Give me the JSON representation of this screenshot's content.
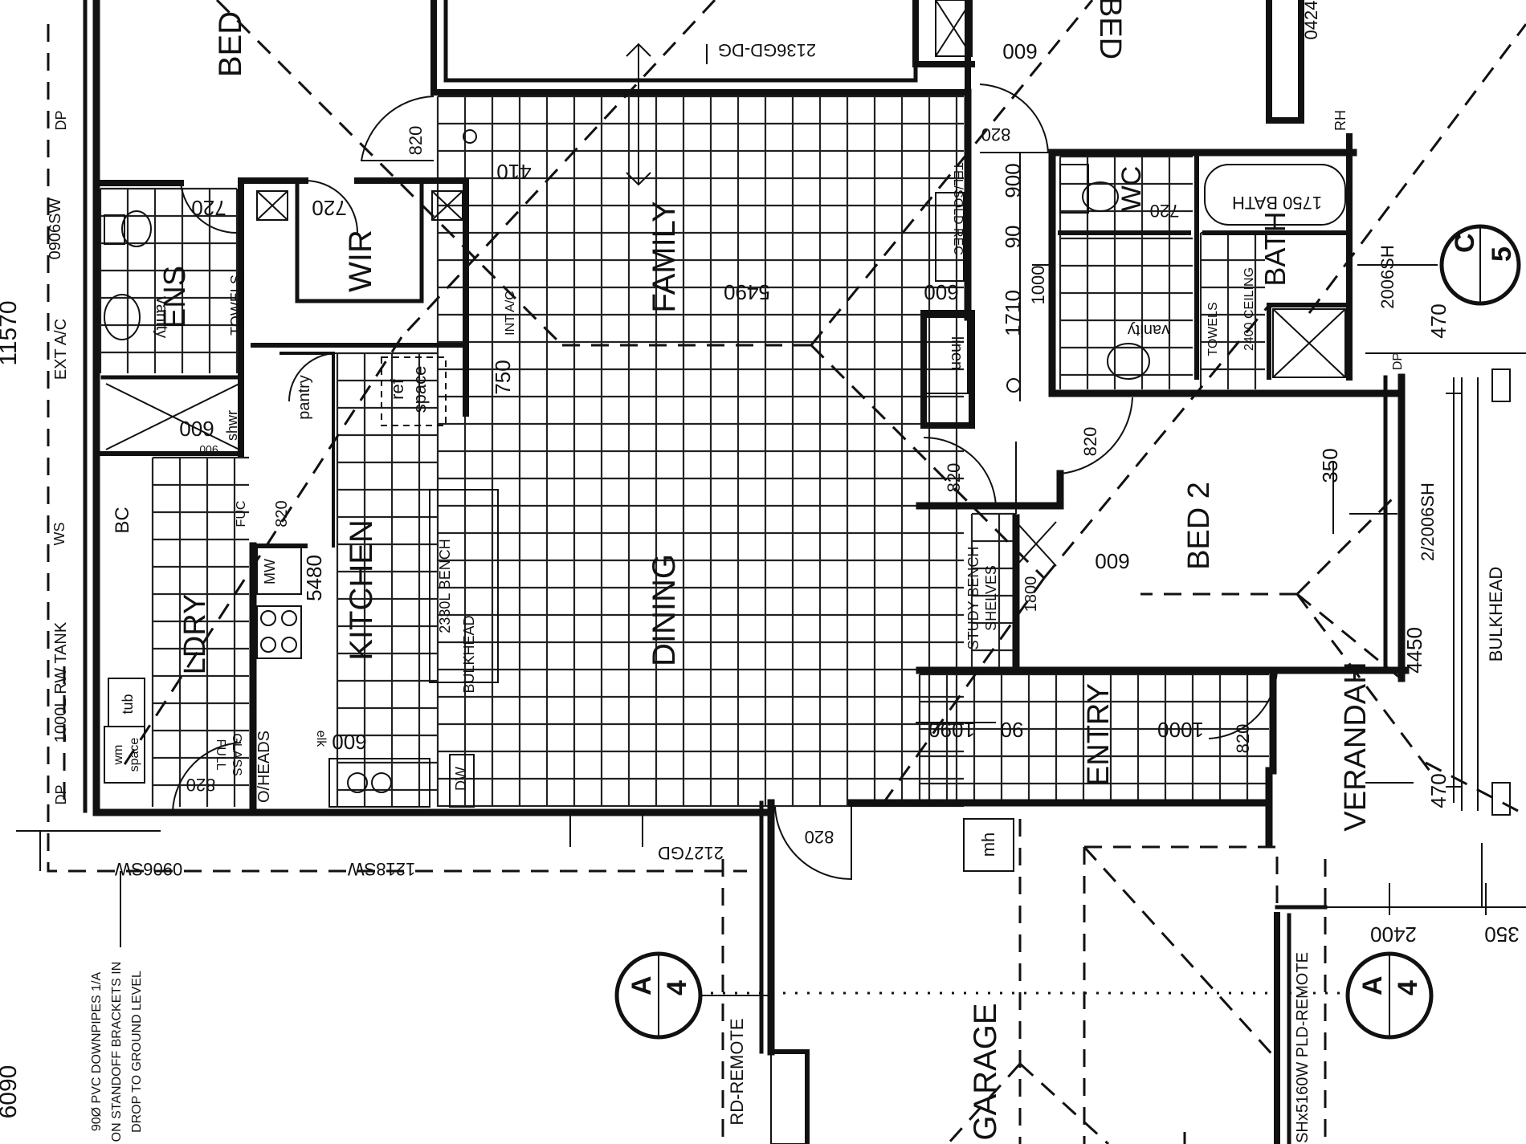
{
  "rooms": {
    "bed_top": "BED",
    "bed_right": "BED",
    "ens": "ENS",
    "wir": "WIR",
    "family": "FAMILY",
    "kitchen": "KITCHEN",
    "dining": "DINING",
    "ldry": "LDRY",
    "bed2": "BED 2",
    "bath": "BATH",
    "wc": "WC",
    "entry": "ENTRY",
    "veranda": "VERANDAH",
    "garage": "GARAGE"
  },
  "fixtures": {
    "vanity_left": "vanity",
    "vanity_right": "vanity",
    "towels_left": "TOWELS",
    "towels_right": "TOWELS",
    "shwr": "shwr",
    "pantry": "pantry",
    "ref_space_1": "ref",
    "ref_space_2": "space",
    "linen": "linen",
    "bc": "BC",
    "mw": "MW",
    "dw": "DW",
    "ws": "WS",
    "mh": "mh",
    "tub": "tub",
    "wm_space_1": "wm",
    "wm_space_2": "space",
    "bath_tub": "1750 BATH",
    "tv_recess": "TEL/SOLD REC",
    "study_bench_1": "STUDY BENCH",
    "study_bench_2": "SHELVES",
    "bench_1": "2330L BENCH",
    "bench_2": "BULKHEAD",
    "bulkhead_right": "BULKHEAD",
    "fuc": "FUC",
    "int_ac": "INT A/C",
    "ext_ac": "EXT A/C",
    "dp_top": "DP",
    "dp_bottom": "DP",
    "dp_right": "DP",
    "rh": "RH",
    "tank": "1000L RW TANK",
    "oheads": "O/HEADS",
    "ceiling": "2400 CEILING",
    "full_glass_1": "FULL",
    "full_glass_2": "GLASS",
    "elk_1": "elk"
  },
  "dimensions": {
    "d_600_top": "600",
    "d_2136_top": "2136GD-DG",
    "d_820_wir": "820",
    "d_410": "410",
    "d_720_ens": "720",
    "d_720_wir": "720",
    "d_720_wc": "720",
    "d_820_bed": "820",
    "d_900": "900",
    "d_90": "90",
    "d_1710": "1710",
    "d_1000": "1000",
    "d_600_side": "600",
    "d_5490": "5490",
    "d_750": "750",
    "d_5480": "5480",
    "d_820_ldry": "820",
    "d_600_shwr": "600",
    "d_900_shwr": "900",
    "d_820_bed2a": "820",
    "d_820_bed2b": "820",
    "d_600_bed2": "600",
    "d_350": "350",
    "d_1800": "1800",
    "d_1090": "1090",
    "d_90b": "90",
    "d_1000b": "1000",
    "d_820_entry": "820",
    "d_600_kit": "600",
    "d_820_ldry2": "820",
    "d_820_garage": "820",
    "d_4450": "4450",
    "d_2_2006": "2/2006SH",
    "d_2006": "2006SH",
    "d_470a": "470",
    "d_470b": "470",
    "d_2400": "2400",
    "d_350b": "350",
    "d_1157": "11570",
    "d_6090": "6090",
    "d_0424": "0424",
    "w_0906_top": "0906SW",
    "w_0906_bot": "0906SW",
    "w_1218": "1218SW",
    "w_2127": "2127GD",
    "w_ctrl_1": "RD-REMOTE",
    "w_ctrl_2": "SHx5160W PLD-REMOTE",
    "w_wsa": "WS"
  },
  "sections": {
    "c5_top": "C",
    "c5_bot": "5",
    "a4_left_top": "A",
    "a4_left_bot": "4",
    "a4_right_top": "A",
    "a4_right_bot": "4"
  },
  "notes": {
    "downpipes_1": "90Ø PVC DOWNPIPES 1/A",
    "downpipes_2": "ON STANDOFF BRACKETS IN",
    "downpipes_3": "DROP TO GROUND LEVEL"
  }
}
